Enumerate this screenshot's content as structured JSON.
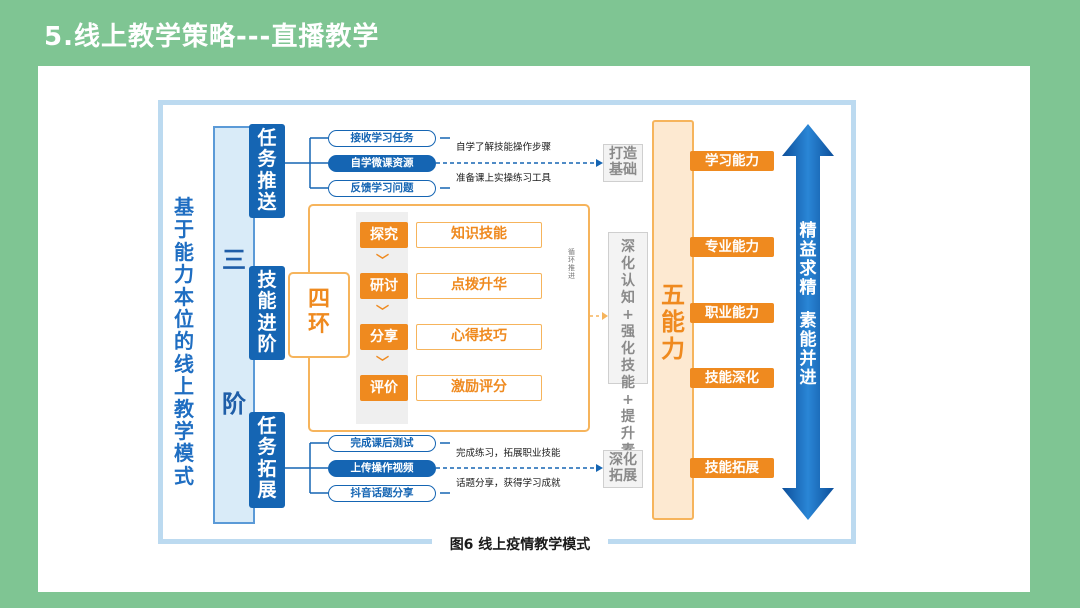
{
  "page": {
    "title": "5.线上教学策略---直播教学"
  },
  "diagram": {
    "caption": "图6 线上疫情教学模式",
    "base_title": "基于能力本位的线上教学模式",
    "three": {
      "top": "三",
      "bottom": "阶"
    },
    "stages": [
      "任务推送",
      "技能进阶",
      "任务拓展"
    ],
    "push_items": [
      "接收学习任务",
      "自学微课资源",
      "反馈学习问题"
    ],
    "push_notes": [
      "自学了解技能操作步骤",
      "准备课上实操练习工具"
    ],
    "push_target": "打造基础",
    "four": "四环",
    "loop_steps": [
      {
        "tag": "探究",
        "content": "知识技能"
      },
      {
        "tag": "研讨",
        "content": "点拨升华"
      },
      {
        "tag": "分享",
        "content": "心得技巧"
      },
      {
        "tag": "评价",
        "content": "激励评分"
      }
    ],
    "cycle_label": "循环推进",
    "mid_text": "深化认知+强化技能+提升素养",
    "expand_items": [
      "完成课后测试",
      "上传操作视频",
      "抖音话题分享"
    ],
    "expand_notes": [
      "完成练习，拓展职业技能",
      "话题分享，获得学习成就"
    ],
    "expand_target": "深化拓展",
    "five": "五能力",
    "abilities": [
      "学习能力",
      "专业能力",
      "职业能力",
      "技能深化",
      "技能拓展"
    ],
    "arrow_text": {
      "top": "精益求精",
      "bottom": "素能并进"
    },
    "colors": {
      "blue": "#1565b3",
      "orange": "#ef8a1f",
      "light_blue": "#bcdaf0",
      "green_bg": "#7fc593"
    }
  }
}
